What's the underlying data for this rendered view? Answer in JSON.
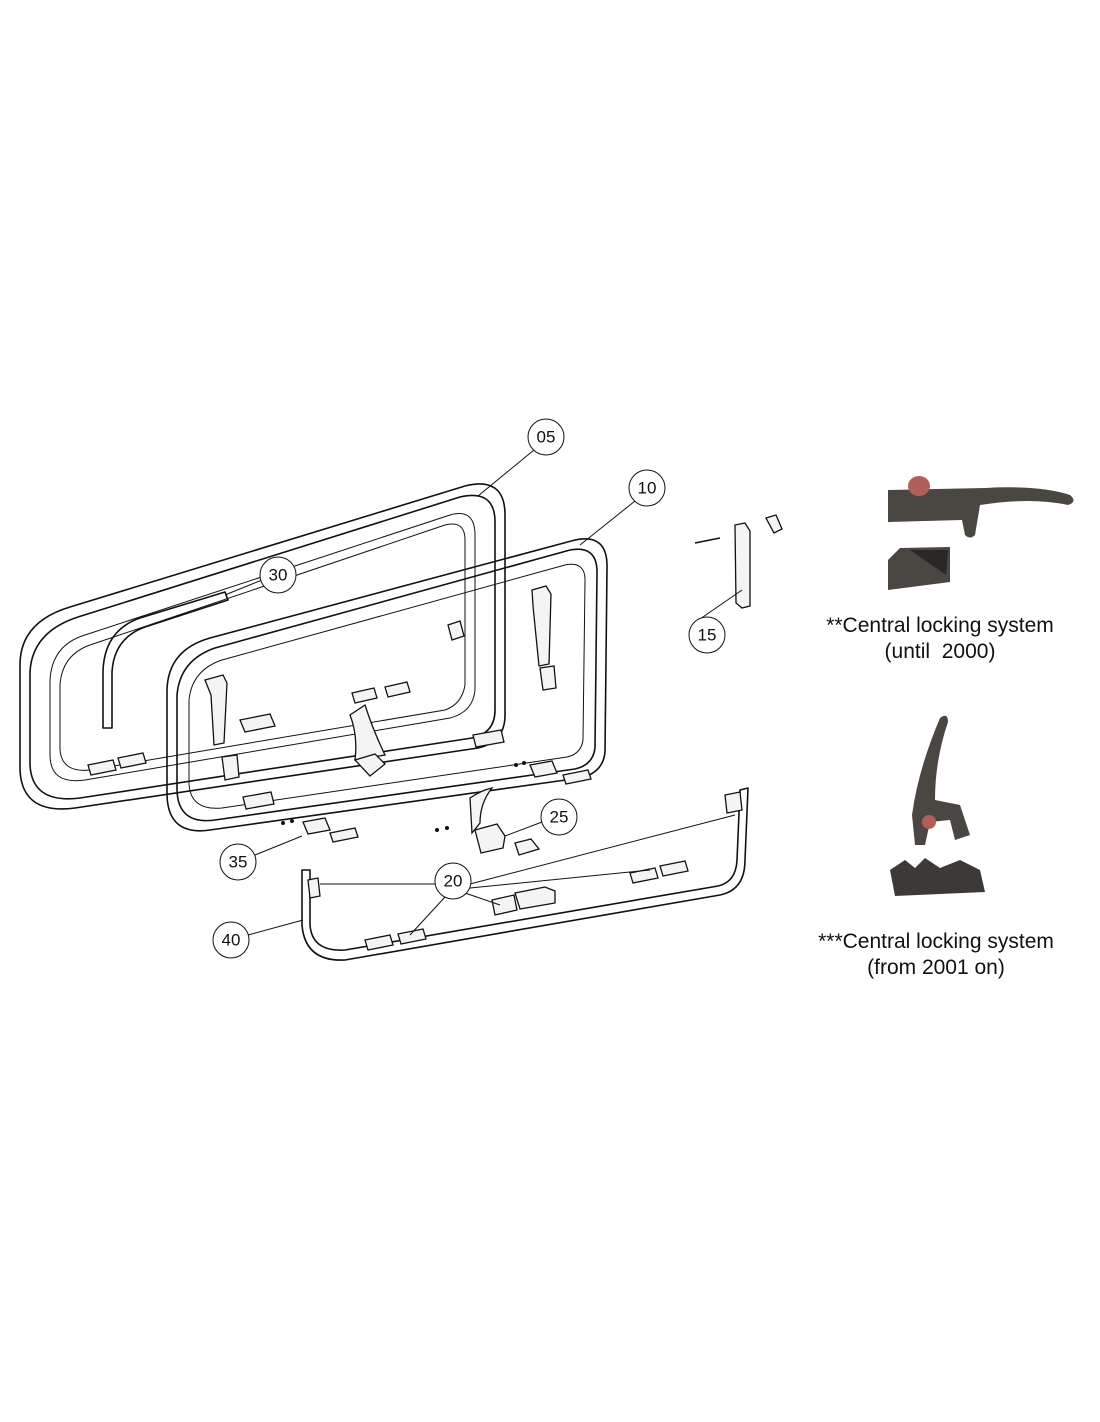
{
  "callouts": {
    "c05": "05",
    "c10": "10",
    "c15": "15",
    "c20": "20",
    "c25": "25",
    "c30": "30",
    "c35": "35",
    "c40": "40"
  },
  "captions": {
    "old_system_line1": "**Central locking system",
    "old_system_line2": "(until  2000)",
    "new_system_line1": "***Central locking system",
    "new_system_line2": "(from 2001 on)"
  },
  "colors": {
    "handle_grey": "#4a4642",
    "button_red": "#b0605a"
  }
}
